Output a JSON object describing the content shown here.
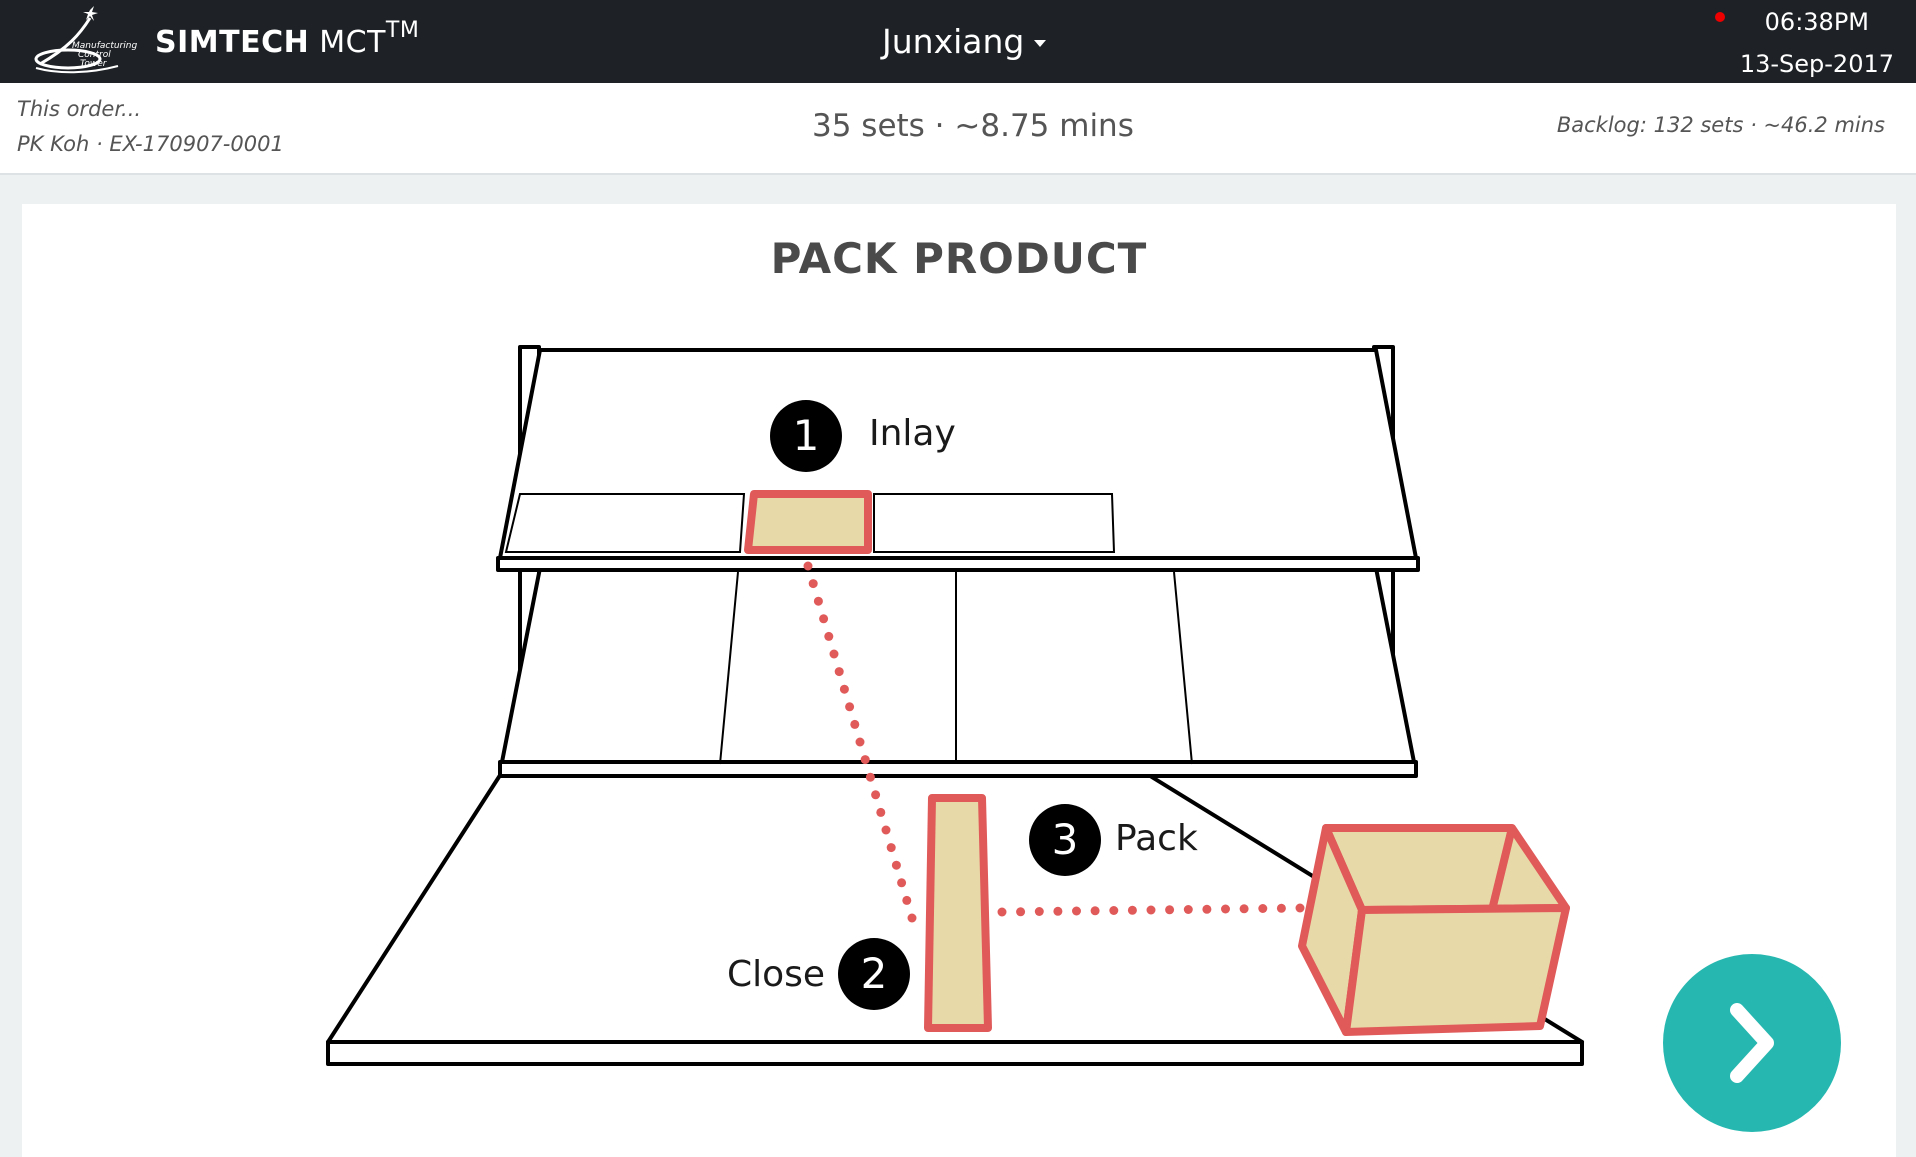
{
  "header": {
    "brand_bold": "SIMTECH",
    "brand_light": "MCT",
    "brand_sup": "TM",
    "logo_text": "Manufacturing Control Tower",
    "user": "Junxiang",
    "time": "06:38PM",
    "date": "13-Sep-2017",
    "record_color": "#e00000"
  },
  "order": {
    "label": "This order...",
    "id": "PK Koh · EX-170907-0001",
    "summary": "35 sets · ~8.75 mins",
    "backlog": "Backlog: 132 sets · ~46.2 mins"
  },
  "main": {
    "title": "PACK PRODUCT",
    "steps": [
      {
        "number": "1",
        "label": "Inlay"
      },
      {
        "number": "2",
        "label": "Close"
      },
      {
        "number": "3",
        "label": "Pack"
      }
    ],
    "highlight_color": "#e05a5a",
    "fill_color": "#e8d9a8"
  },
  "next_button": {
    "icon": "chevron-right-icon",
    "color": "#26b8b0"
  }
}
